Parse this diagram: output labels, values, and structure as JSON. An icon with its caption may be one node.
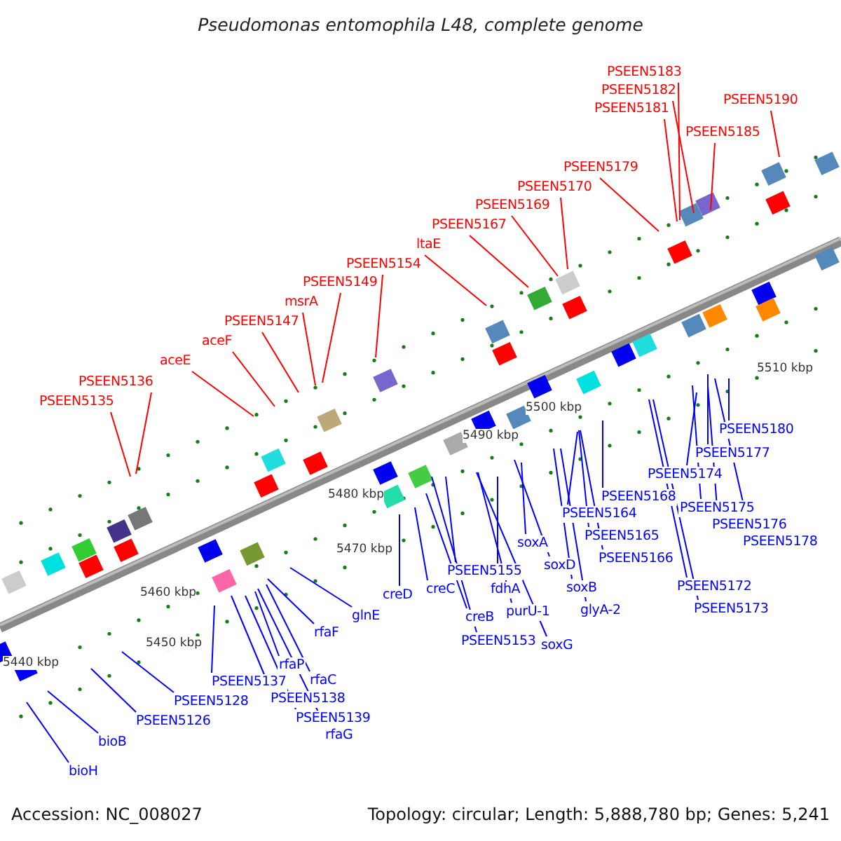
{
  "diagram": {
    "title": "Pseudomonas entomophila L48, complete genome",
    "nodes": [
      {
        "text": [
          "PSEEN5183"
        ]
      },
      {
        "text": [
          "PSEEN5182"
        ]
      },
      {
        "text": [
          "PSEEN5181"
        ]
      },
      {
        "text": [
          "PSEEN5185"
        ]
      },
      {
        "text": [
          "PSEEN5190"
        ]
      },
      {
        "text": [
          "PSEEN5179"
        ]
      },
      {
        "text": [
          "PSEEN5170"
        ]
      },
      {
        "text": [
          "PSEEN5169"
        ]
      },
      {
        "text": [
          "PSEEN5167"
        ]
      },
      {
        "text": [
          "ltaE"
        ]
      },
      {
        "text": [
          "PSEEN5154"
        ]
      },
      {
        "text": [
          "PSEEN5149"
        ]
      },
      {
        "text": [
          "msrA"
        ]
      },
      {
        "text": [
          "PSEEN5147"
        ]
      },
      {
        "text": [
          "aceF"
        ]
      },
      {
        "text": [
          "aceE"
        ]
      },
      {
        "text": [
          "PSEEN5136"
        ]
      },
      {
        "text": [
          "PSEEN5135"
        ]
      },
      {
        "text": [
          "PSEEN5180"
        ]
      },
      {
        "text": [
          "PSEEN5177"
        ]
      },
      {
        "text": [
          "PSEEN5174"
        ]
      },
      {
        "text": [
          "PSEEN5175"
        ]
      },
      {
        "text": [
          "PSEEN5176"
        ]
      },
      {
        "text": [
          "PSEEN5178"
        ]
      },
      {
        "text": [
          "PSEEN5168"
        ]
      },
      {
        "text": [
          "PSEEN5164"
        ]
      },
      {
        "text": [
          "PSEEN5165"
        ]
      },
      {
        "text": [
          "PSEEN5166"
        ]
      },
      {
        "text": [
          "PSEEN5172"
        ]
      },
      {
        "text": [
          "PSEEN5173"
        ]
      },
      {
        "text": [
          "soxA"
        ]
      },
      {
        "text": [
          "soxD"
        ]
      },
      {
        "text": [
          "soxB"
        ]
      },
      {
        "text": [
          "glyA-2"
        ]
      },
      {
        "text": [
          "fdhA"
        ]
      },
      {
        "text": [
          "purU-1"
        ]
      },
      {
        "text": [
          "soxG"
        ]
      },
      {
        "text": [
          "PSEEN5155"
        ]
      },
      {
        "text": [
          "creD"
        ]
      },
      {
        "text": [
          "creC"
        ]
      },
      {
        "text": [
          "creB"
        ]
      },
      {
        "text": [
          "PSEEN5153"
        ]
      },
      {
        "text": [
          "glnE"
        ]
      },
      {
        "text": [
          "rfaF"
        ]
      },
      {
        "text": [
          "rfaP"
        ]
      },
      {
        "text": [
          "rfaC"
        ]
      },
      {
        "text": [
          "PSEEN5137"
        ]
      },
      {
        "text": [
          "PSEEN5138"
        ]
      },
      {
        "text": [
          "PSEEN5139"
        ]
      },
      {
        "text": [
          "rfaG"
        ]
      },
      {
        "text": [
          "PSEEN5128"
        ]
      },
      {
        "text": [
          "PSEEN5126"
        ]
      },
      {
        "text": [
          "bioB"
        ]
      },
      {
        "text": [
          "bioH"
        ]
      }
    ],
    "edges": [
      {
        "from": 0,
        "to": null,
        "arrow": "none",
        "color": "#ff0000"
      },
      {
        "from": 1,
        "to": null,
        "arrow": "none",
        "color": "#ff0000"
      },
      {
        "from": 2,
        "to": null,
        "arrow": "none",
        "color": "#ff0000"
      },
      {
        "from": 3,
        "to": null,
        "arrow": "none",
        "color": "#ff0000"
      },
      {
        "from": 4,
        "to": null,
        "arrow": "none",
        "color": "#ff0000"
      },
      {
        "from": 5,
        "to": null,
        "arrow": "none",
        "color": "#ff0000"
      },
      {
        "from": 6,
        "to": null,
        "arrow": "none",
        "color": "#ff0000"
      },
      {
        "from": 7,
        "to": null,
        "arrow": "none",
        "color": "#ff0000"
      },
      {
        "from": 8,
        "to": null,
        "arrow": "none",
        "color": "#ff0000"
      },
      {
        "from": 9,
        "to": null,
        "arrow": "none",
        "color": "#ff0000"
      },
      {
        "from": 10,
        "to": null,
        "arrow": "none",
        "color": "#ff0000"
      },
      {
        "from": 11,
        "to": null,
        "arrow": "none",
        "color": "#ff0000"
      },
      {
        "from": 12,
        "to": null,
        "arrow": "none",
        "color": "#ff0000"
      },
      {
        "from": 13,
        "to": null,
        "arrow": "none",
        "color": "#ff0000"
      },
      {
        "from": 14,
        "to": null,
        "arrow": "none",
        "color": "#ff0000"
      },
      {
        "from": 15,
        "to": null,
        "arrow": "none",
        "color": "#ff0000"
      },
      {
        "from": 16,
        "to": null,
        "arrow": "none",
        "color": "#ff0000"
      },
      {
        "from": 17,
        "to": null,
        "arrow": "none",
        "color": "#ff0000"
      },
      {
        "from": 18,
        "to": null,
        "arrow": "none"
      },
      {
        "from": 19,
        "to": null,
        "arrow": "none"
      },
      {
        "from": 20,
        "to": null,
        "arrow": "none"
      },
      {
        "from": 21,
        "to": null,
        "arrow": "none"
      },
      {
        "from": 22,
        "to": null,
        "arrow": "none"
      },
      {
        "from": 23,
        "to": null,
        "arrow": "none"
      },
      {
        "from": 24,
        "to": null,
        "arrow": "none"
      },
      {
        "from": 25,
        "to": null,
        "arrow": "none"
      },
      {
        "from": 26,
        "to": null,
        "arrow": "none"
      },
      {
        "from": 27,
        "to": null,
        "arrow": "none"
      },
      {
        "from": 28,
        "to": null,
        "arrow": "none"
      },
      {
        "from": 29,
        "to": null,
        "arrow": "none"
      },
      {
        "from": 30,
        "to": null,
        "arrow": "none"
      },
      {
        "from": 31,
        "to": null,
        "arrow": "none"
      },
      {
        "from": 32,
        "to": null,
        "arrow": "none"
      },
      {
        "from": 33,
        "to": null,
        "arrow": "none"
      },
      {
        "from": 34,
        "to": null,
        "arrow": "none"
      },
      {
        "from": 35,
        "to": null,
        "arrow": "none"
      },
      {
        "from": 36,
        "to": null,
        "arrow": "none"
      },
      {
        "from": 37,
        "to": null,
        "arrow": "none"
      },
      {
        "from": 38,
        "to": null,
        "arrow": "none"
      },
      {
        "from": 39,
        "to": null,
        "arrow": "none"
      },
      {
        "from": 40,
        "to": null,
        "arrow": "none"
      },
      {
        "from": 41,
        "to": null,
        "arrow": "none"
      },
      {
        "from": 42,
        "to": null,
        "arrow": "none"
      },
      {
        "from": 43,
        "to": null,
        "arrow": "none"
      },
      {
        "from": 44,
        "to": null,
        "arrow": "none"
      },
      {
        "from": 45,
        "to": null,
        "arrow": "none"
      },
      {
        "from": 46,
        "to": null,
        "arrow": "none"
      },
      {
        "from": 47,
        "to": null,
        "arrow": "none"
      },
      {
        "from": 48,
        "to": null,
        "arrow": "none"
      },
      {
        "from": 49,
        "to": null,
        "arrow": "none"
      },
      {
        "from": 50,
        "to": null,
        "arrow": "none"
      },
      {
        "from": 51,
        "to": null,
        "arrow": "none"
      },
      {
        "from": 52,
        "to": null,
        "arrow": "none"
      },
      {
        "from": 53,
        "to": null,
        "arrow": "none"
      }
    ],
    "labels": [
      "5510 kbp",
      "5500 kbp",
      "5490 kbp",
      "5480 kbp",
      "5470 kbp",
      "5460 kbp",
      "5450 kbp",
      "5440 kbp",
      "Accession: NC_008027",
      "Topology: circular; Length: 5,888,780 bp; Genes: 5,241"
    ]
  }
}
